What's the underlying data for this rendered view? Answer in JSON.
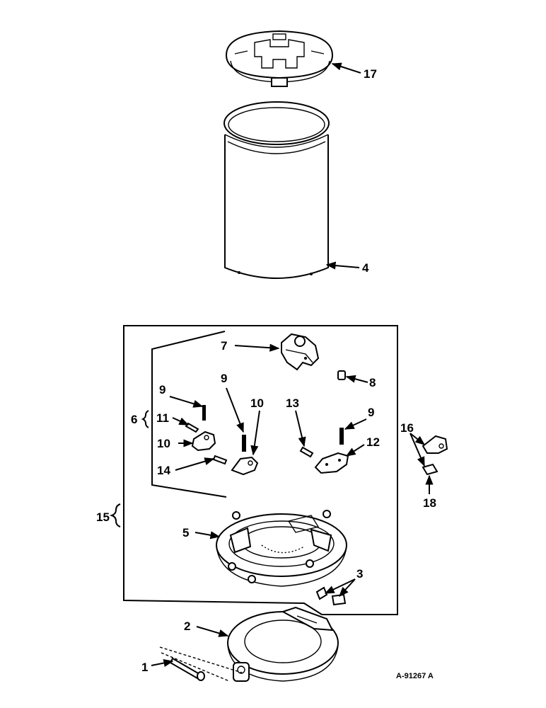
{
  "drawing_number": "A-91267 A",
  "callouts": [
    "1",
    "2",
    "3",
    "4",
    "5",
    "6",
    "7",
    "8",
    "9",
    "9",
    "9",
    "10",
    "10",
    "11",
    "12",
    "13",
    "14",
    "15",
    "16",
    "17",
    "18"
  ],
  "labels": {
    "l1": "1",
    "l2": "2",
    "l3": "3",
    "l4": "4",
    "l5": "5",
    "l6": "6",
    "l7": "7",
    "l8": "8",
    "l9a": "9",
    "l9b": "9",
    "l9c": "9",
    "l10a": "10",
    "l10b": "10",
    "l11": "11",
    "l12": "12",
    "l13": "13",
    "l14": "14",
    "l15": "15",
    "l16": "16",
    "l17": "17",
    "l18": "18"
  }
}
